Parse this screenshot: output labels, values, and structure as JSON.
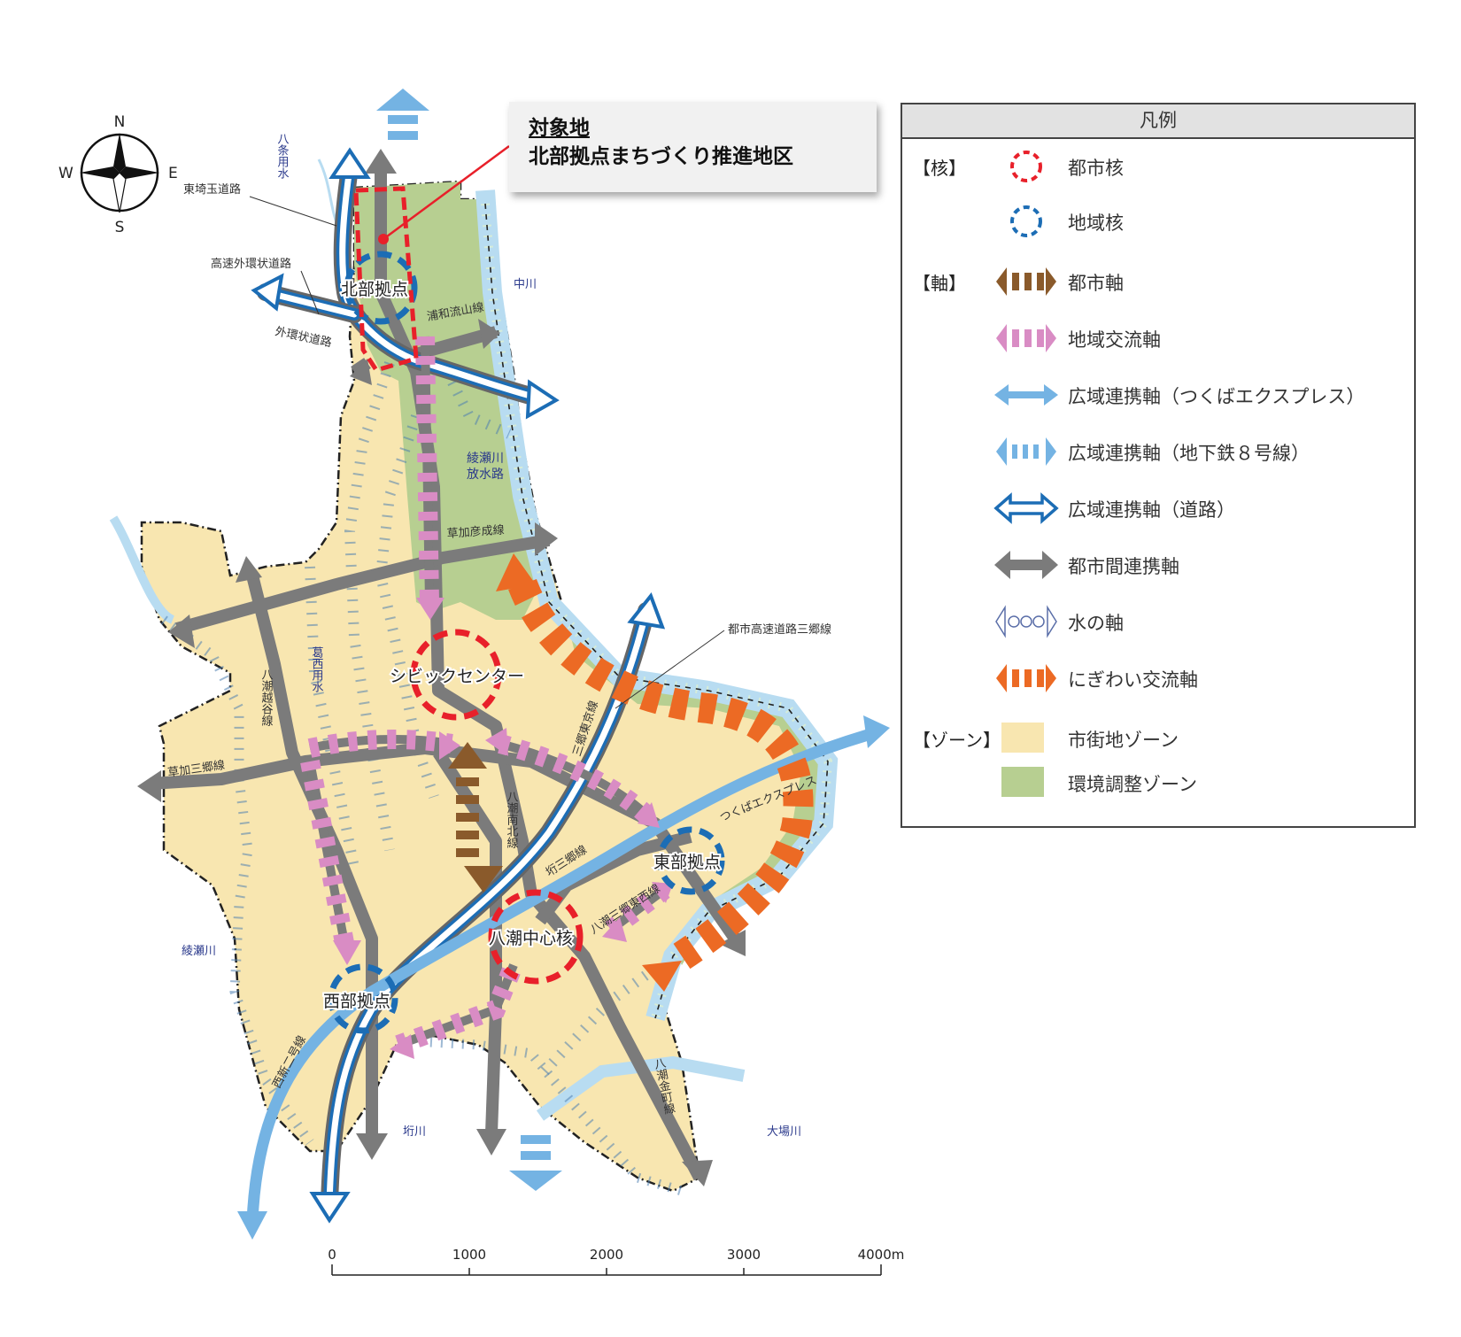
{
  "callout": {
    "title": "対象地",
    "subtitle": "北部拠点まちづくり推進地区"
  },
  "compass": {
    "n": "N",
    "s": "S",
    "e": "E",
    "w": "W"
  },
  "legend": {
    "title": "凡例",
    "groups": {
      "core": "【核】",
      "axis": "【軸】",
      "zone": "【ゾーン】"
    },
    "items": [
      {
        "symbol": "red-dashed-circle",
        "color": "#e8202a",
        "label": "都市核"
      },
      {
        "symbol": "blue-dashed-circle",
        "color": "#1c6db5",
        "label": "地域核"
      },
      {
        "symbol": "brown-dashed-arrow",
        "color": "#8a5a2b",
        "label": "都市軸"
      },
      {
        "symbol": "pink-dashed-arrow",
        "color": "#d98cc4",
        "label": "地域交流軸"
      },
      {
        "symbol": "lightblue-arrow",
        "color": "#74b3e3",
        "label": "広域連携軸（つくばエクスプレス）"
      },
      {
        "symbol": "lightblue-dashed-arrow",
        "color": "#74b3e3",
        "label": "広域連携軸（地下鉄８号線）"
      },
      {
        "symbol": "blue-outline-arrow",
        "color": "#1c6db5",
        "label": "広域連携軸（道路）"
      },
      {
        "symbol": "gray-arrow",
        "color": "#7b7b7b",
        "label": "都市間連携軸"
      },
      {
        "symbol": "water-axis",
        "color": "#5a6ea8",
        "label": "水の軸"
      },
      {
        "symbol": "orange-dashed-arrow",
        "color": "#ec6a24",
        "label": "にぎわい交流軸"
      },
      {
        "symbol": "yellow-swatch",
        "color": "#f8e6b0",
        "label": "市街地ゾーン"
      },
      {
        "symbol": "green-swatch",
        "color": "#b7cf91",
        "label": "環境調整ゾーン"
      }
    ]
  },
  "map": {
    "cores": {
      "north": "北部拠点",
      "civic": "シビックセンター",
      "east": "東部拠点",
      "center": "八潮中心核",
      "west": "西部拠点"
    },
    "roads": {
      "higashi_saitama": "東埼玉道路",
      "expressway_outer": "高速外環状道路",
      "outer_ring": "外環状道路",
      "urawa_nagareyama": "浦和流山線",
      "soka_hikonari": "草加彦成線",
      "soka_misato": "草加三郷線",
      "yashio_koshigaya": "八潮越谷線",
      "yashio_nanboku": "八潮南北線",
      "misato_tokyo": "三郷東京線",
      "shuto_misato": "都市高速道路三郷線",
      "shinkawa_misato": "垳三郷線",
      "yashio_misato_tozai": "八潮三郷東西線",
      "nishi_shin_2": "西新二号線",
      "yashio_kanamachi": "八潮金町線",
      "tsukuba_express": "つくばエクスプレス"
    },
    "water": {
      "hachijo": "八条用水",
      "nakagawa": "中川",
      "ayase_floodway": "綾瀬川放水路",
      "kasai": "葛西用水",
      "ayase": "綾瀬川",
      "gake": "垳川",
      "oba": "大場川"
    }
  },
  "scale": {
    "ticks": [
      "0",
      "1000",
      "2000",
      "3000",
      "4000m"
    ]
  }
}
